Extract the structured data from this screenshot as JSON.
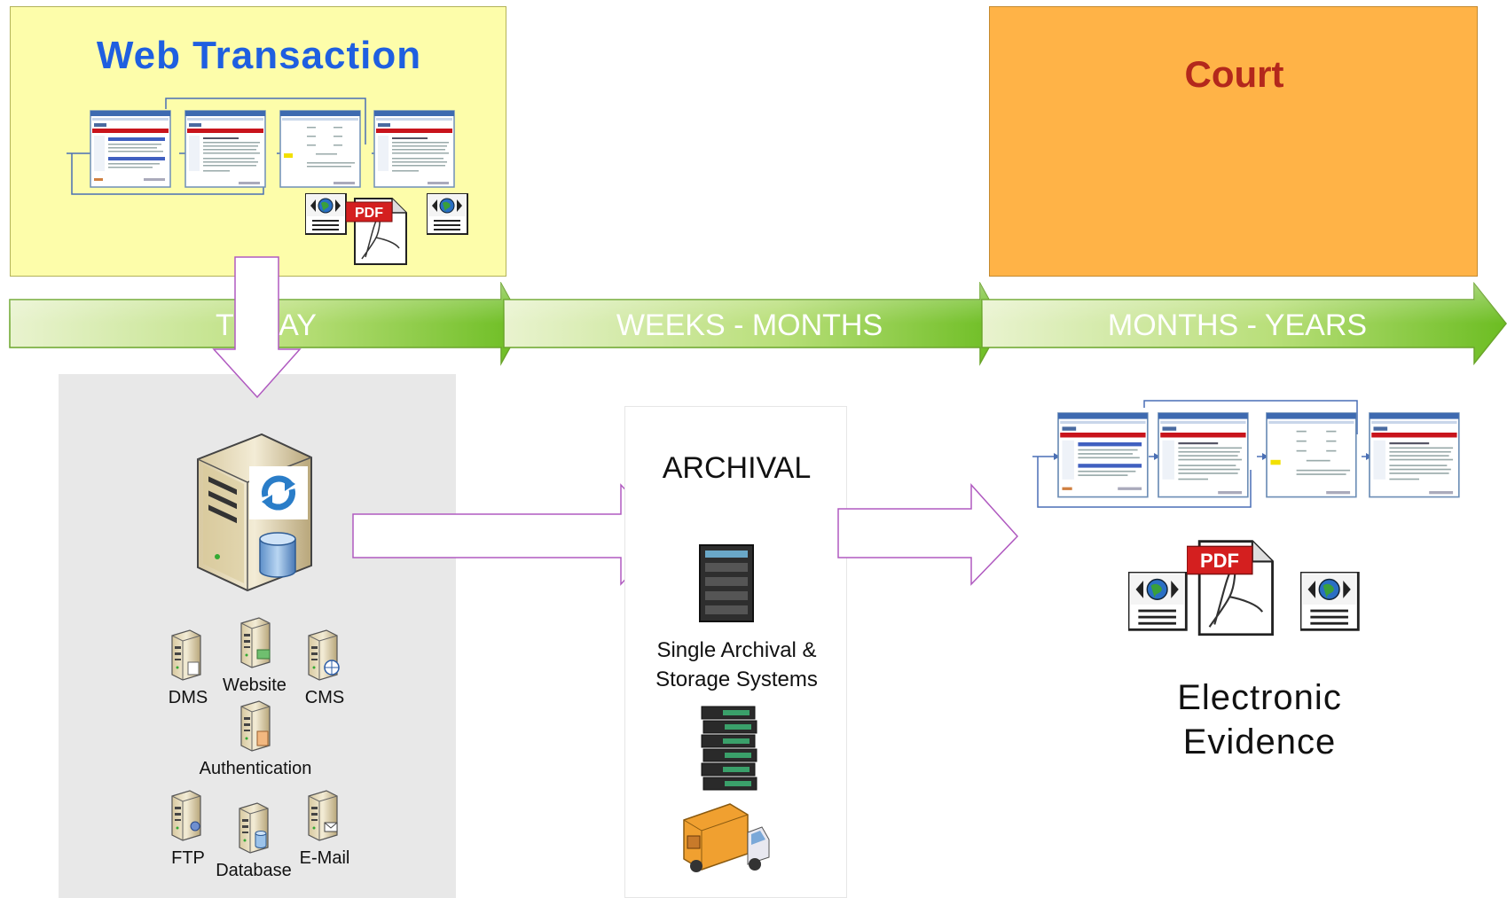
{
  "web_transaction": {
    "title": "Web Transaction"
  },
  "court": {
    "title": "Court"
  },
  "timeline": {
    "stages": [
      {
        "label": "TODAY"
      },
      {
        "label": "WEEKS - MONTHS"
      },
      {
        "label": "MONTHS - YEARS"
      }
    ]
  },
  "systems": {
    "servers": [
      {
        "label": "DMS"
      },
      {
        "label": "Website"
      },
      {
        "label": "CMS"
      },
      {
        "label": "Authentication"
      },
      {
        "label": "FTP"
      },
      {
        "label": "Database"
      },
      {
        "label": "E-Mail"
      }
    ]
  },
  "archival": {
    "title": "ARCHIVAL",
    "subtitle": "Single Archival &\nStorage Systems"
  },
  "evidence": {
    "label": "Electronic\nEvidence"
  },
  "pdf_badge": "PDF",
  "colors": {
    "web_box": "#fdfdaa",
    "court_box": "#ffb347",
    "web_title": "#1f5fe0",
    "court_title": "#b3281c",
    "timeline_green": "#7cc63a",
    "arrow_outline": "#b05ac0"
  }
}
